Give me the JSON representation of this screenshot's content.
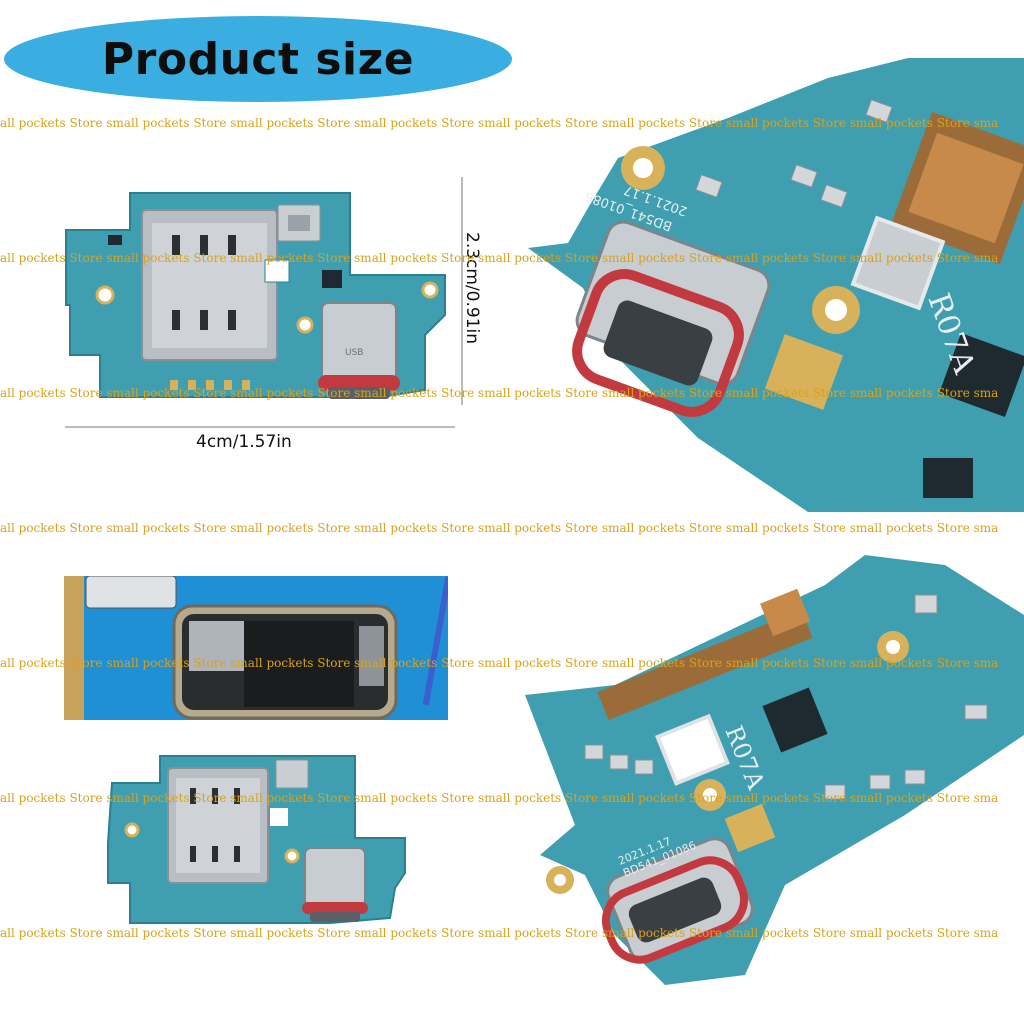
{
  "banner": {
    "title": "Product size"
  },
  "dimensions": {
    "width": "4cm/1.57in",
    "height": "2.3cm/0.91in"
  },
  "board_marks": {
    "usb_label": "USB",
    "part_code": "R07A",
    "date_code": "2021.1.17",
    "board_id": "BD541_01086"
  },
  "watermark": {
    "text": "all pockets Store small pockets Store small pockets Store small pockets Store small pockets Store small pockets Store small pockets Store small pockets Store sma"
  },
  "colors": {
    "banner": "#3aaee0",
    "pcb": "#3f9fb0",
    "gold": "#d8b25a",
    "watermark": "#d9a21b",
    "usb_red": "#c23a3f",
    "mat_blue": "#1f8fd6"
  }
}
